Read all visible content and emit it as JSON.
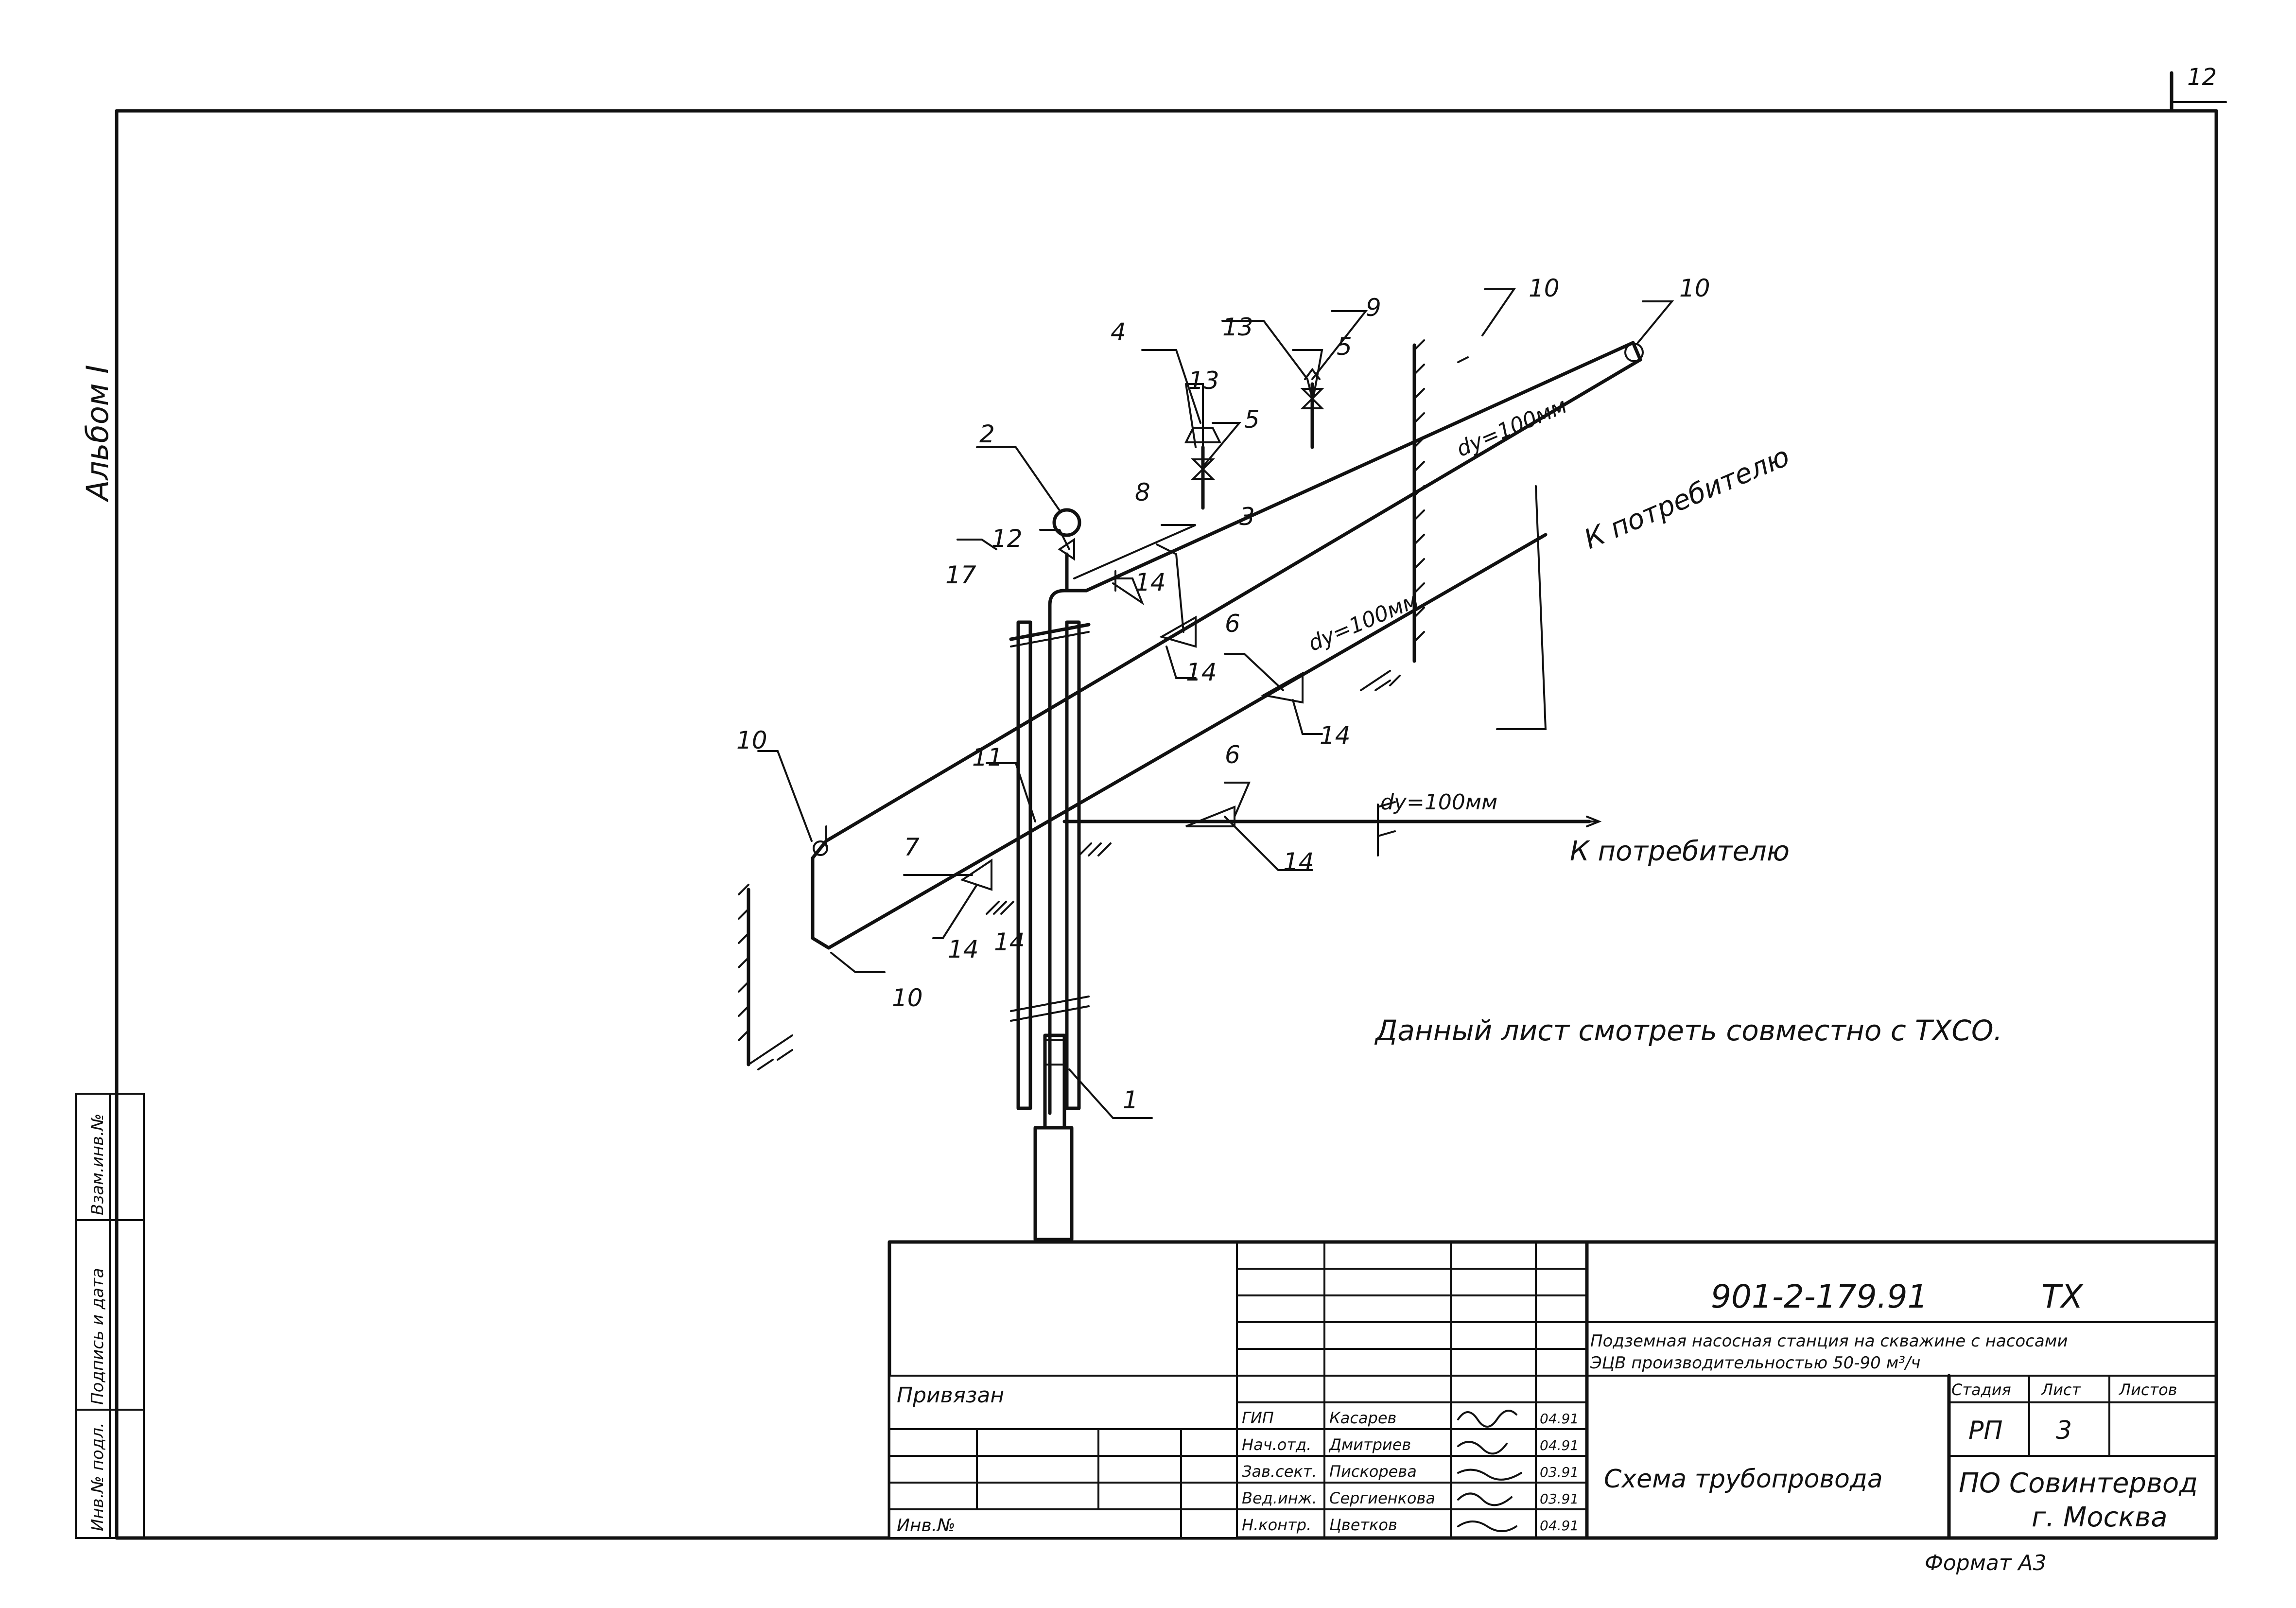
{
  "sheet_number_corner": "12",
  "album_label": "Альбом I",
  "callouts": {
    "c1": "1",
    "c2": "2",
    "c3": "3",
    "c4": "4",
    "c5a": "5",
    "c5b": "5",
    "c6a": "6",
    "c6b": "6",
    "c7": "7",
    "c8": "8",
    "c9": "9",
    "c10a": "10",
    "c10b": "10",
    "c10c": "10",
    "c10d": "10",
    "c11": "11",
    "c12": "12",
    "c13a": "13",
    "c13b": "13",
    "c14a": "14",
    "c14b": "14",
    "c14c": "14",
    "c14d": "14",
    "c14e": "14",
    "c14f": "14",
    "c17": "17"
  },
  "pipe_labels": {
    "dy_upper": "dy=100мм",
    "dy_middle": "dy=100мм",
    "dy_lower": "dy=100мм",
    "to_consumer_upper": "К потребителю",
    "to_consumer_lower": "К потребителю"
  },
  "note": "Данный лист смотреть совместно с ТХСО.",
  "title_block": {
    "doc_code": "901-2-179.91",
    "mark": "ТХ",
    "project_line1": "Подземная насосная станция на скважине с насосами",
    "project_line2": "ЭЦВ производительностью 50-90 м³/ч",
    "sheet_title": "Схема трубопровода",
    "stage_header": "Стадия",
    "sheet_header": "Лист",
    "sheets_header": "Листов",
    "stage": "РП",
    "sheet": "3",
    "sheets": "",
    "org_line1": "ПО Совинтервод",
    "org_line2": "г. Москва",
    "format": "Формат А3",
    "bound_label": "Привязан",
    "inv_label": "Инв.№",
    "roles": [
      {
        "role": "ГИП",
        "name": "Касарев",
        "date": "04.91"
      },
      {
        "role": "Нач.отд.",
        "name": "Дмитриев",
        "date": "04.91"
      },
      {
        "role": "Зав.сект.",
        "name": "Пискорева",
        "date": "03.91"
      },
      {
        "role": "Вед.инж.",
        "name": "Сергиенкова",
        "date": "03.91"
      },
      {
        "role": "Н.контр.",
        "name": "Цветков",
        "date": "04.91"
      }
    ]
  },
  "side_stamp": {
    "inv_orig": "Инв.№ подл.",
    "sign_date": "Подпись и дата",
    "replaced_inv": "Взам.инв.№"
  }
}
